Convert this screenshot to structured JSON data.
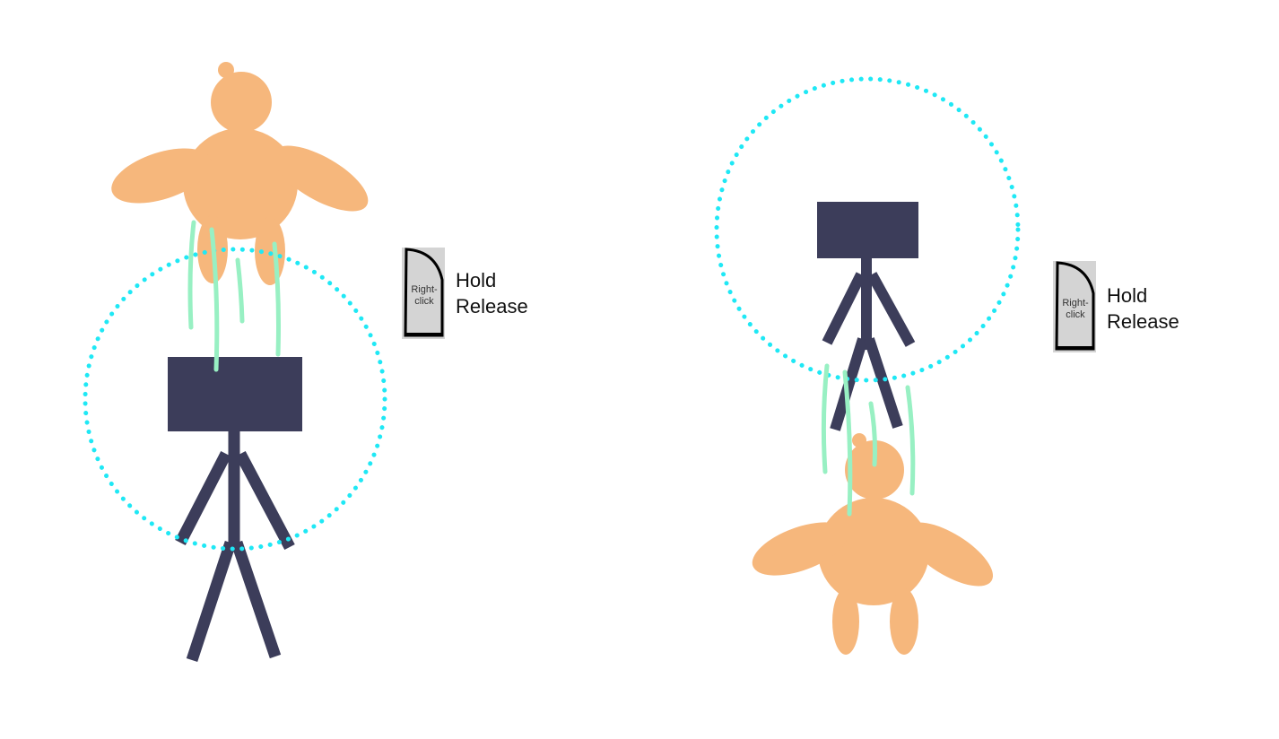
{
  "colors": {
    "creature": "#f6b77c",
    "player": "#3c3d5a",
    "grab_radius": "#1fe8f5",
    "motion_lines": "#98f0c3",
    "mouse_body": "#d4d4d4",
    "mouse_outline": "#000000"
  },
  "icons": {
    "mouse": "right-mouse-button-icon"
  },
  "panels": [
    {
      "mouse_label_line1": "Right-",
      "mouse_label_line2": "click",
      "action_1": "Hold",
      "action_2": "Release"
    },
    {
      "mouse_label_line1": "Right-",
      "mouse_label_line2": "click",
      "action_1": "Hold",
      "action_2": "Release"
    }
  ]
}
